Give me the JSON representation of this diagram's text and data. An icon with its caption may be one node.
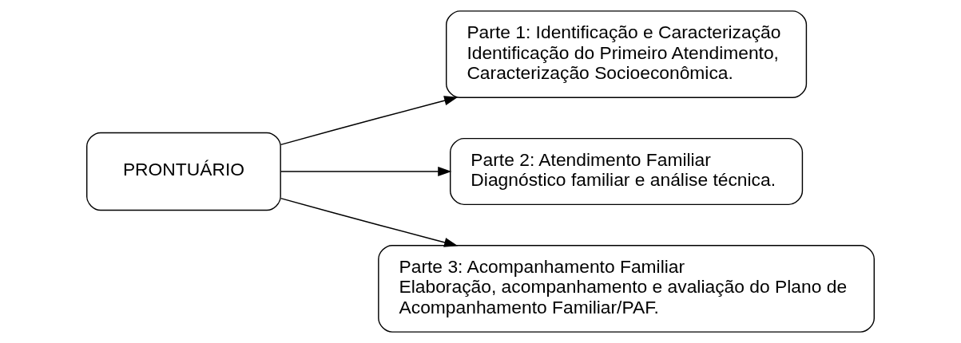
{
  "diagram": {
    "nodes": [
      {
        "text": [
          "PRONTUÁRIO"
        ]
      },
      {
        "text": [
          "Parte 1: Identificação e Caracterização",
          "Identificação do Primeiro Atendimento, Caracterização Socioeconômica."
        ]
      },
      {
        "text": [
          "Parte 2: Atendimento Familiar",
          "Diagnóstico familiar e análise técnica."
        ]
      },
      {
        "text": [
          "Parte 3: Acompanhamento Familiar",
          "Elaboração, acompanhamento e avaliação do Plano de Acompanhamento Familiar/PAF."
        ]
      }
    ],
    "edges": [
      {
        "from": 0,
        "to": 1,
        "arrow": "to"
      },
      {
        "from": 0,
        "to": 2,
        "arrow": "to"
      },
      {
        "from": 0,
        "to": 3,
        "arrow": "to"
      }
    ]
  }
}
